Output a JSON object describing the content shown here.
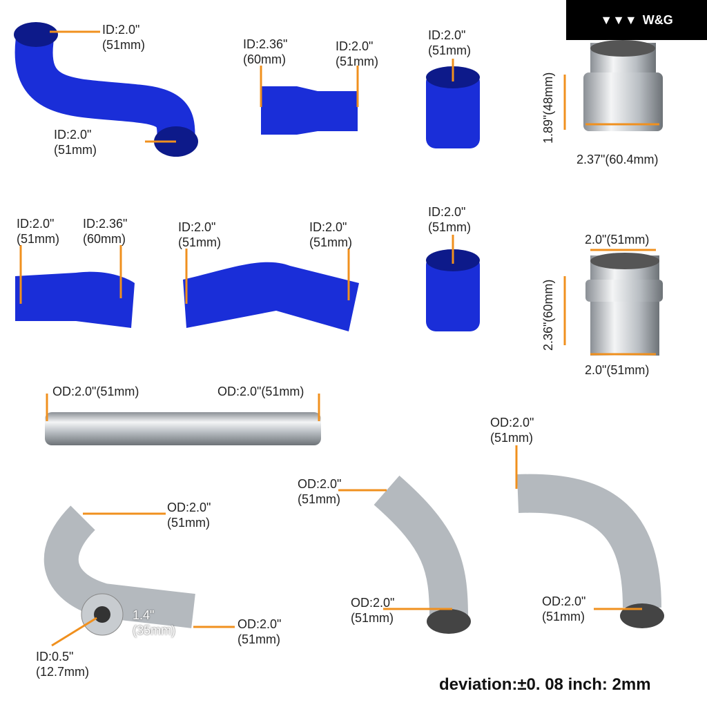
{
  "logo": {
    "text": "W&G",
    "icon": "triangles-logo-icon"
  },
  "colors": {
    "hose": "#1a2ed8",
    "arrow": "#f0901e",
    "metal": "#c8ccd0"
  },
  "labels": [
    {
      "l1": "ID:2.0\"",
      "l2": "(51mm)"
    },
    {
      "l1": "ID:2.0\"",
      "l2": "(51mm)"
    },
    {
      "l1": "ID:2.36\"",
      "l2": "(60mm)"
    },
    {
      "l1": "ID:2.0\"",
      "l2": "(51mm)"
    },
    {
      "l1": "ID:2.0\"",
      "l2": "(51mm)"
    },
    {
      "l1": "ID:2.0\"",
      "l2": "(51mm)"
    },
    {
      "l1": "ID:2.36\"",
      "l2": "(60mm)"
    },
    {
      "l1": "ID:2.0\"",
      "l2": "(51mm)"
    },
    {
      "l1": "ID:2.0\"",
      "l2": "(51mm)"
    },
    {
      "l1": "ID:2.0\"",
      "l2": "(51mm)"
    },
    {
      "l1": "OD:2.0\"",
      "l2": "(51mm)"
    },
    {
      "l1": "OD:2.0\"",
      "l2": "(51mm)"
    },
    {
      "l1": "OD:2.0\"",
      "l2": "(51mm)"
    },
    {
      "l1": "OD:2.0\"",
      "l2": "(51mm)"
    },
    {
      "l1": "OD:2.0\"",
      "l2": "(51mm)"
    },
    {
      "l1": "OD:2.0\"",
      "l2": "(51mm)"
    },
    {
      "l1": "ID:0.5\"",
      "l2": "(12.7mm)"
    },
    {
      "l1": "1.4\"",
      "l2": "(35mm)"
    }
  ],
  "single": {
    "od_left": "OD:2.0\"(51mm)",
    "od_right": "OD:2.0\"(51mm)",
    "adapter1_width": "2.37\"(60.4mm)",
    "adapter1_height": "1.89\"(48mm)",
    "adapter2_top": "2.0\"(51mm)",
    "adapter2_bottom": "2.0\"(51mm)",
    "adapter2_height": "2.36\"(60mm)"
  },
  "deviation": "deviation:±0. 08 inch: 2mm"
}
